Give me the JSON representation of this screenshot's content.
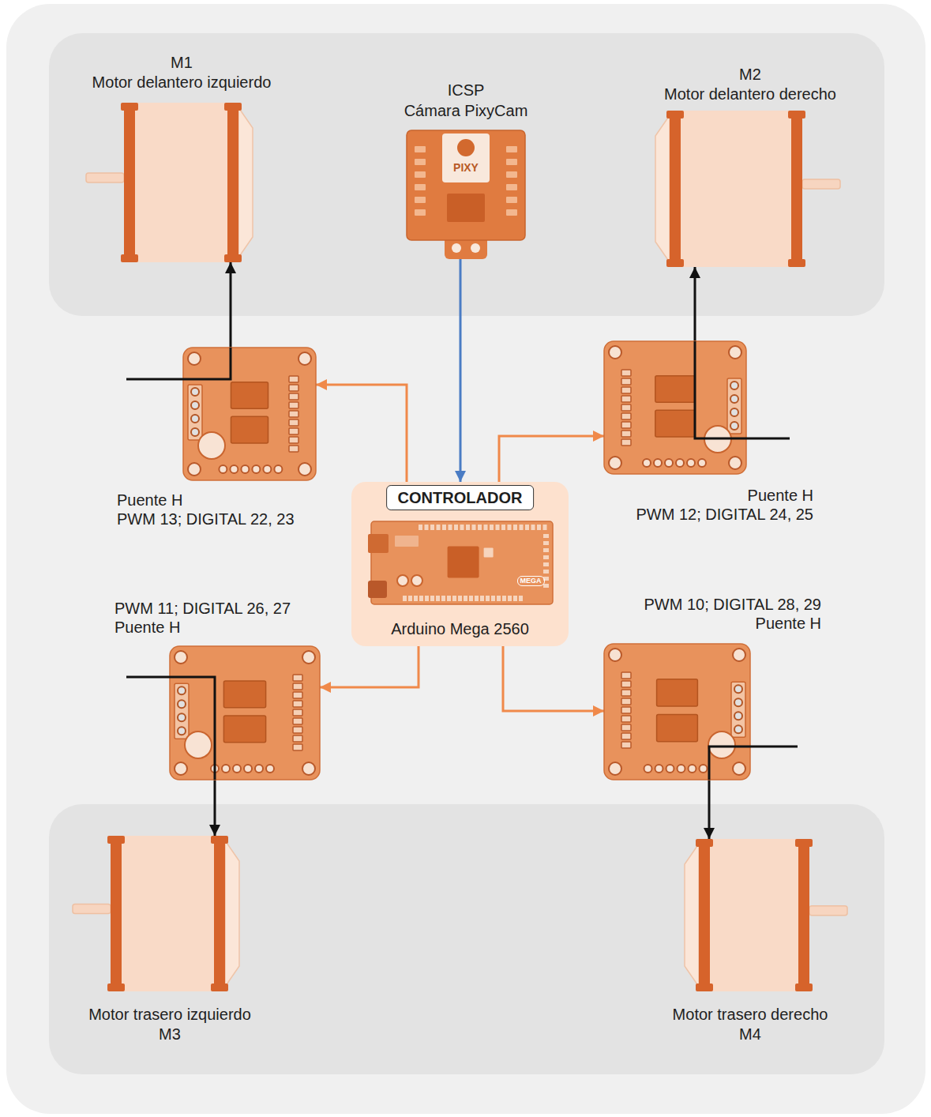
{
  "diagram": {
    "nodes": [
      {
        "text": [
          "M1",
          "Motor delantero izquierdo"
        ]
      },
      {
        "text": [
          "ICSP",
          "Cámara PixyCam"
        ]
      },
      {
        "text": [
          "M2",
          "Motor delantero derecho"
        ]
      },
      {
        "text": [
          "Puente H",
          "PWM 13; DIGITAL 22, 23"
        ]
      },
      {
        "text": [
          "Puente H",
          "PWM 12; DIGITAL 24, 25"
        ]
      },
      {
        "text": [
          "CONTROLADOR",
          "Arduino Mega 2560"
        ]
      },
      {
        "text": [
          "PWM 11; DIGITAL 26, 27",
          "Puente H"
        ]
      },
      {
        "text": [
          "PWM 10; DIGITAL 28, 29",
          "Puente H"
        ]
      },
      {
        "text": [
          "Motor trasero izquierdo",
          "M3"
        ]
      },
      {
        "text": [
          "Motor trasero derecho",
          "M4"
        ]
      }
    ],
    "edges": [
      {
        "from": 1,
        "to": 5,
        "arrow": "to"
      },
      {
        "from": 5,
        "to": 3,
        "arrow": "to"
      },
      {
        "from": 5,
        "to": 4,
        "arrow": "to"
      },
      {
        "from": 5,
        "to": 6,
        "arrow": "to"
      },
      {
        "from": 5,
        "to": 7,
        "arrow": "to"
      },
      {
        "from": 3,
        "to": 0,
        "arrow": "to"
      },
      {
        "from": 4,
        "to": 2,
        "arrow": "to"
      },
      {
        "from": 6,
        "to": 8,
        "arrow": "to"
      },
      {
        "from": 7,
        "to": 9,
        "arrow": "to"
      }
    ],
    "labels": [
      "PIXY",
      "MEGA"
    ]
  }
}
